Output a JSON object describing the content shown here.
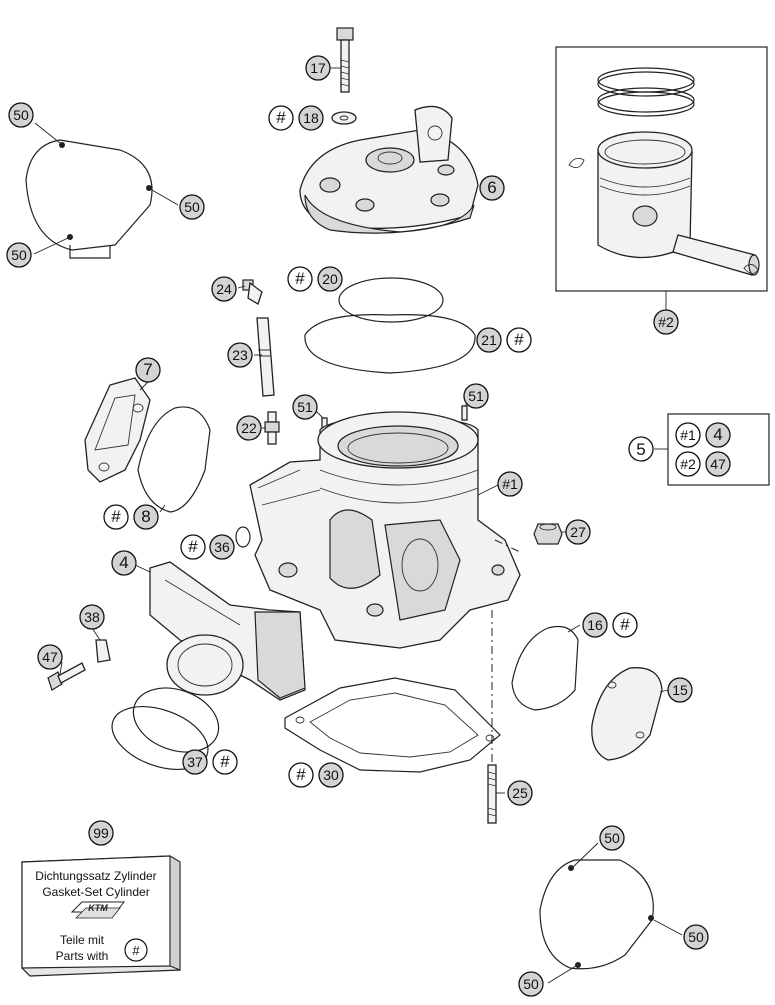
{
  "callouts": {
    "c17": "17",
    "c18": "18",
    "c18h": "#",
    "c6": "6",
    "c50a": "50",
    "c50b": "50",
    "c50c": "50",
    "c2": "#2",
    "c20": "20",
    "c20h": "#",
    "c21": "21",
    "c21h": "#",
    "c24": "24",
    "c23": "23",
    "c7": "7",
    "c22": "22",
    "c51a": "51",
    "c51b": "51",
    "c1": "#1",
    "c8": "8",
    "c8h": "#",
    "c36": "36",
    "c36h": "#",
    "c27": "27",
    "c4": "4",
    "c38": "38",
    "c47": "47",
    "c16": "16",
    "c16h": "#",
    "c15": "15",
    "c37": "37",
    "c37h": "#",
    "c30": "30",
    "c30h": "#",
    "c25": "25",
    "c99": "99",
    "c50d": "50",
    "c50e": "50",
    "c50f": "50"
  },
  "kit_box": {
    "label": "5",
    "items": [
      "#1",
      "4",
      "#2",
      "47"
    ]
  },
  "gasket_kit": {
    "line1": "Dichtungssatz Zylinder",
    "line2": "Gasket-Set Cylinder",
    "logo": "KTM",
    "line3": "Teile mit",
    "line4": "Parts with",
    "marker": "#"
  },
  "colors": {
    "circle_fill": "#d4d4d4",
    "ink": "#111111"
  }
}
